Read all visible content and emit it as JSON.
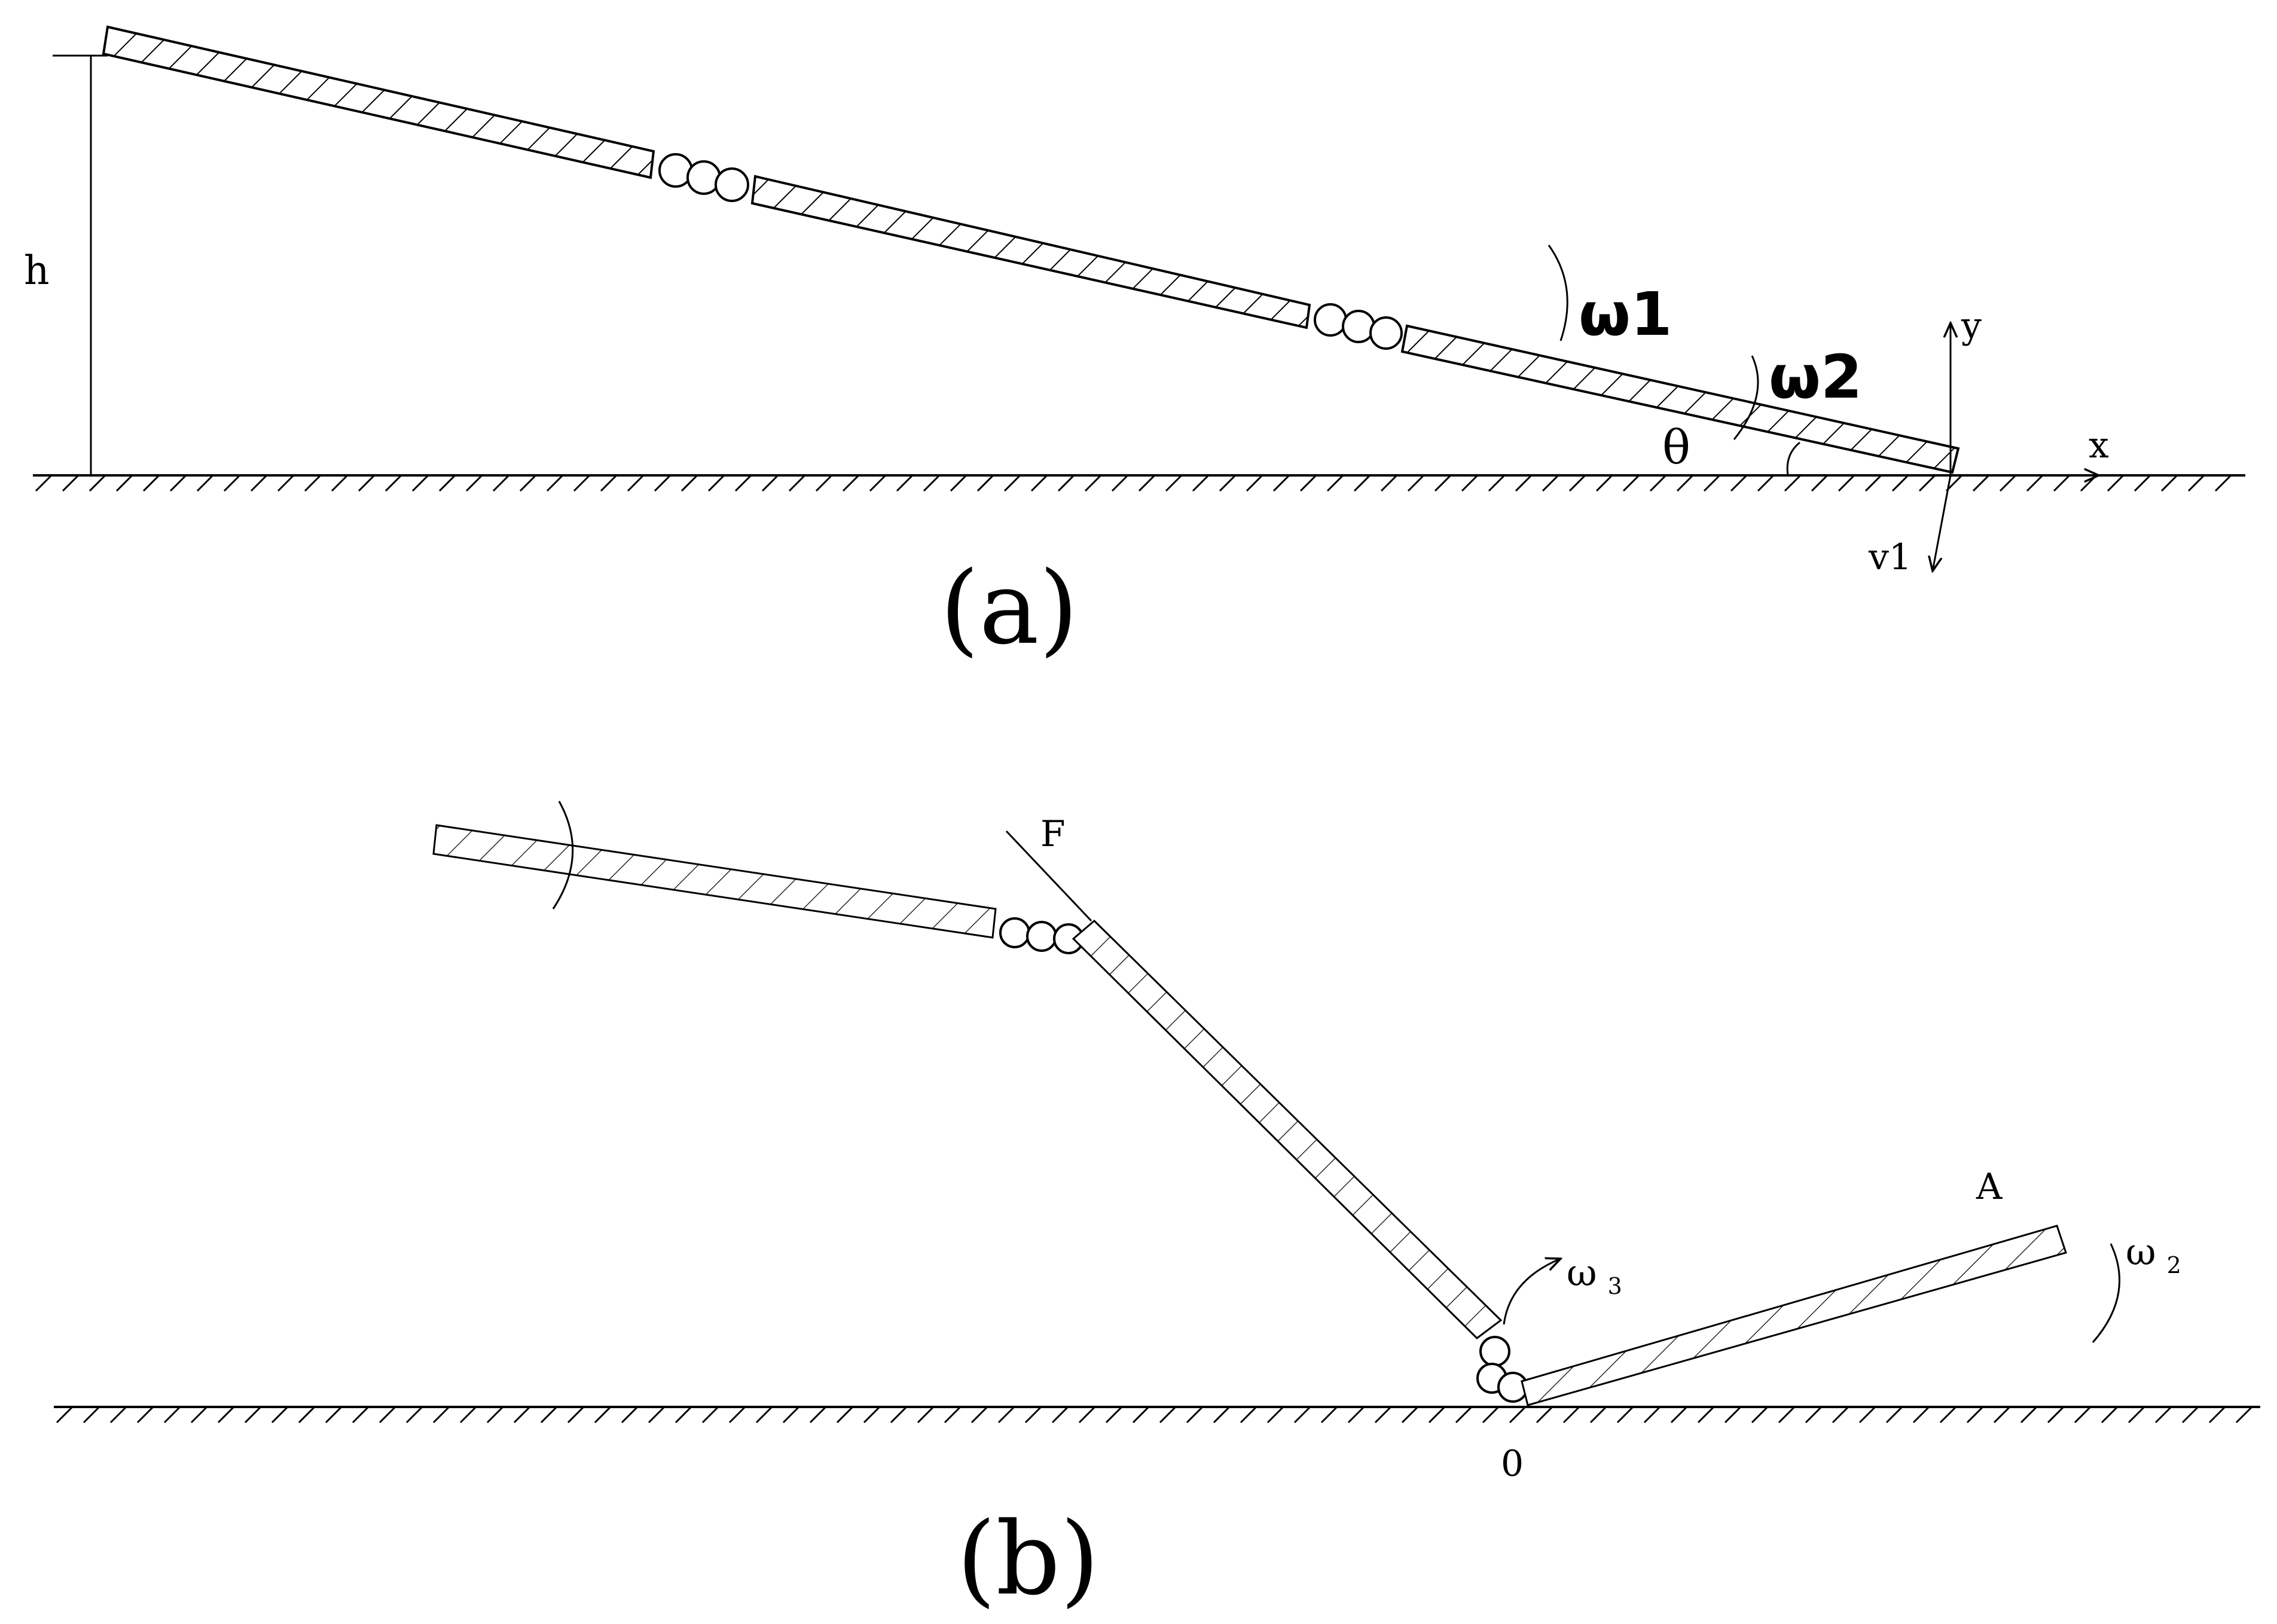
{
  "figure_a": {
    "caption": "(a)",
    "labels": {
      "h": "h",
      "omega1": "ω1",
      "omega2": "ω2",
      "theta": "θ",
      "x": "x",
      "y": "y",
      "v1": "v1"
    }
  },
  "figure_b": {
    "caption": "(b)",
    "labels": {
      "F": "F",
      "A": "A",
      "origin": "0",
      "omega3": "ω",
      "omega3_sub": "3",
      "omega2": "ω",
      "omega2_sub": "2"
    }
  },
  "colors": {
    "ink": "#000000",
    "background": "#ffffff"
  }
}
